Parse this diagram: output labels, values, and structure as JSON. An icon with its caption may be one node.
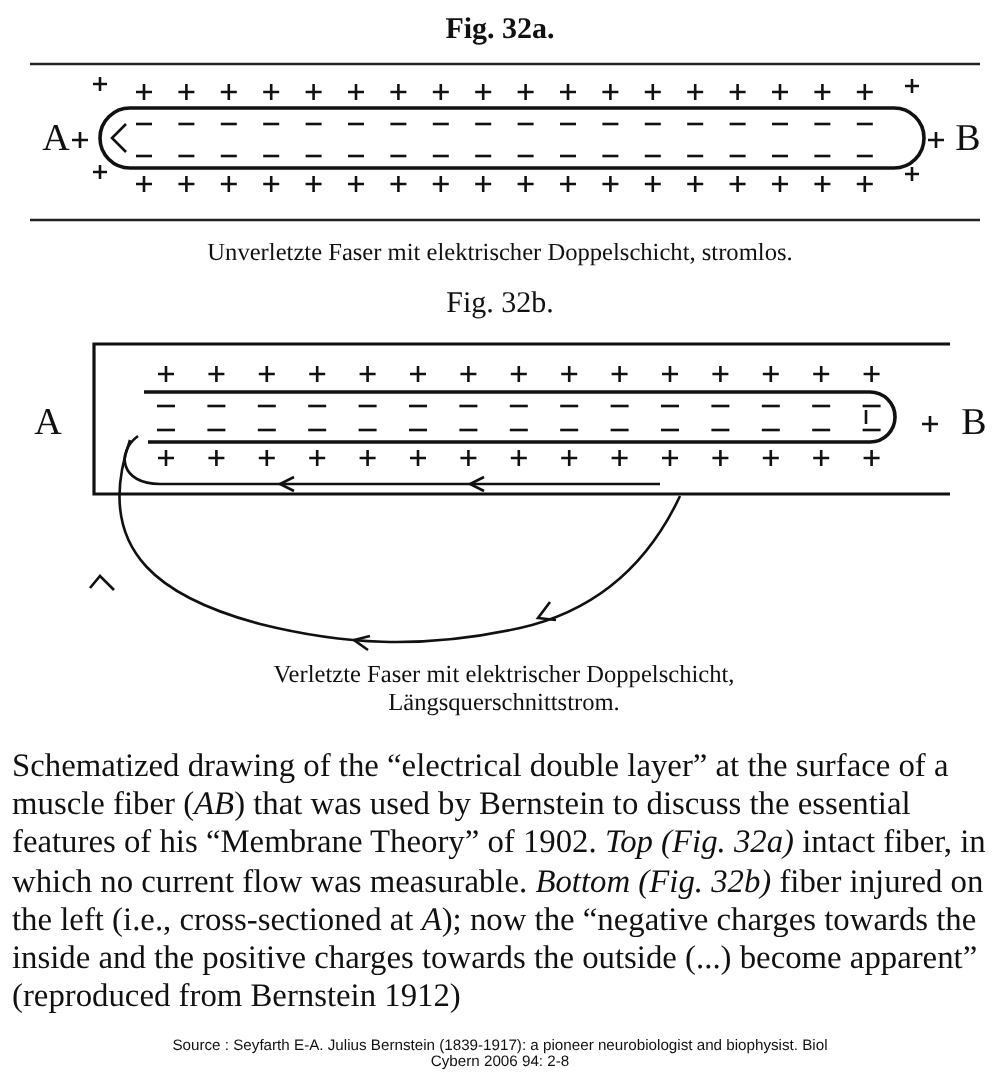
{
  "diagram": {
    "caption": "Schematized drawing of the “electrical double layer” at the surface of a muscle fiber (*AB*) that was used by Bernstein to discuss the essential features of his “Membrane Theory” of 1902. *Top (Fig. 32a)* intact fiber, in which no current flow was measurable. *Bottom (Fig. 32b)* fiber injured on the left (i.e., cross-sectioned at *A*); now the “negative charges towards the inside and the positive charges towards the outside (...) become apparent” (reproduced from Bernstein 1912)",
    "labels": [
      "Fig. 32a.",
      "A",
      "B",
      "Unverletzte Faser mit elektrischer Doppelschicht, stromlos.",
      "Fig. 32b.",
      "A",
      "B",
      "Verletzte Faser mit elektrischer Doppelschicht, Längsquerschnittstrom.",
      "Source : Seyfarth E-A. Julius Bernstein (1839-1917): a pioneer neurobiologist and biophysist. Biol Cybern 2006 94: 2-8"
    ]
  }
}
